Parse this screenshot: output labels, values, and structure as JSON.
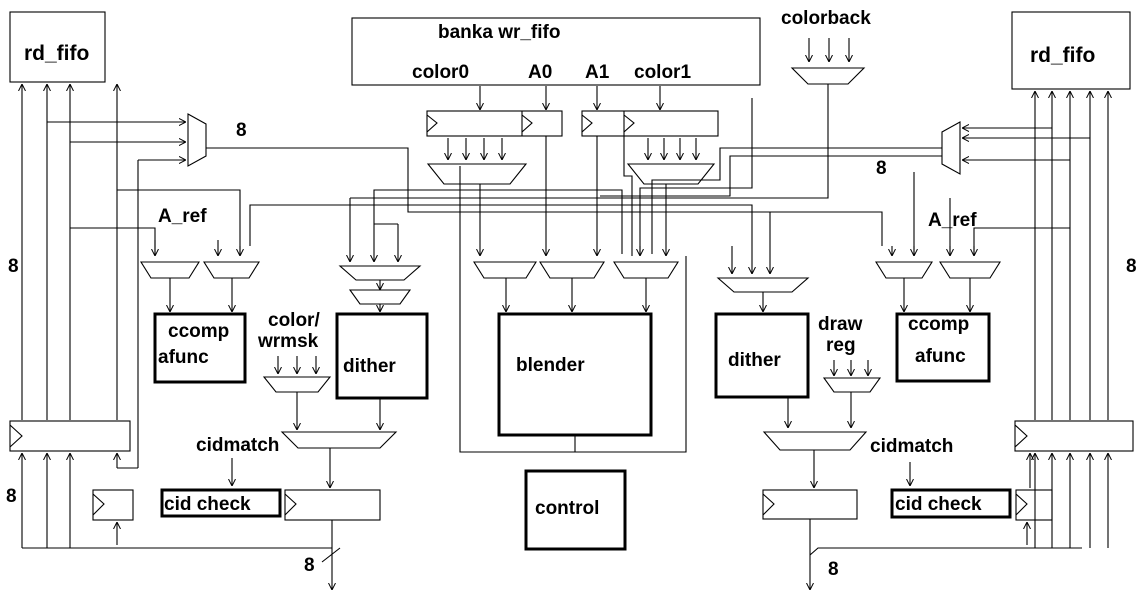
{
  "diagram": {
    "labels": {
      "rd_fifo_left": "rd_fifo",
      "rd_fifo_right": "rd_fifo",
      "wr_fifo": "banka wr_fifo",
      "color0": "color0",
      "a0": "A0",
      "a1": "A1",
      "color1": "color1",
      "colorback": "colorback",
      "a_ref_left": "A_ref",
      "a_ref_right": "A_ref",
      "ccomp_left": "ccomp",
      "afunc_left": "afunc",
      "ccomp_right": "ccomp",
      "afunc_right": "afunc",
      "color_wrmsk_1": "color/",
      "color_wrmsk_2": "wrmsk",
      "draw_reg_1": "draw",
      "draw_reg_2": "reg",
      "dither_left": "dither",
      "dither_right": "dither",
      "blender": "blender",
      "control": "control",
      "cidmatch_left": "cidmatch",
      "cidmatch_right": "cidmatch",
      "cid_check_left": "cid check",
      "cid_check_right": "cid check",
      "bus_width_top_left": "8",
      "bus_width_top_right": "8",
      "bus_width_left_mid": "8",
      "bus_width_right_mid": "8",
      "bus_width_left_low": "8",
      "bus_width_out_left": "8",
      "bus_width_out_right": "8"
    }
  }
}
